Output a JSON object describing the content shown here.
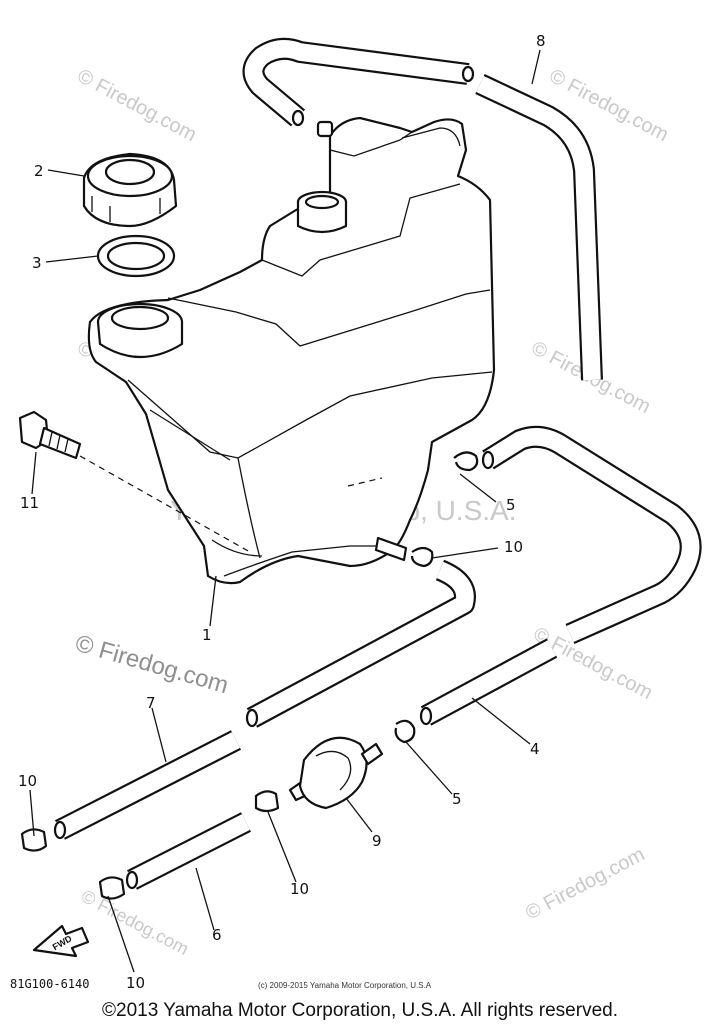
{
  "callouts": {
    "c1": "1",
    "c2": "2",
    "c3": "3",
    "c4": "4",
    "c5a": "5",
    "c5b": "5",
    "c6": "6",
    "c7": "7",
    "c8": "8",
    "c9": "9",
    "c10a": "10",
    "c10b": "10",
    "c10c": "10",
    "c10d": "10",
    "c11": "11"
  },
  "diagram_code": "81G100-6140",
  "fwd_label": "FWD",
  "watermarks": {
    "center": "Yamaha Motor Corp, U.S.A.",
    "firedog_large": "© Firedog.com",
    "firedog_small": "© Firedog.com"
  },
  "small_copyright": "(c) 2009-2015 Yamaha Motor Corporation, U.S.A",
  "copyright": "©2013 Yamaha Motor Corporation, U.S.A. All rights reserved.",
  "colors": {
    "line": "#111111",
    "watermark": "#c9c9c9",
    "background": "#ffffff"
  }
}
